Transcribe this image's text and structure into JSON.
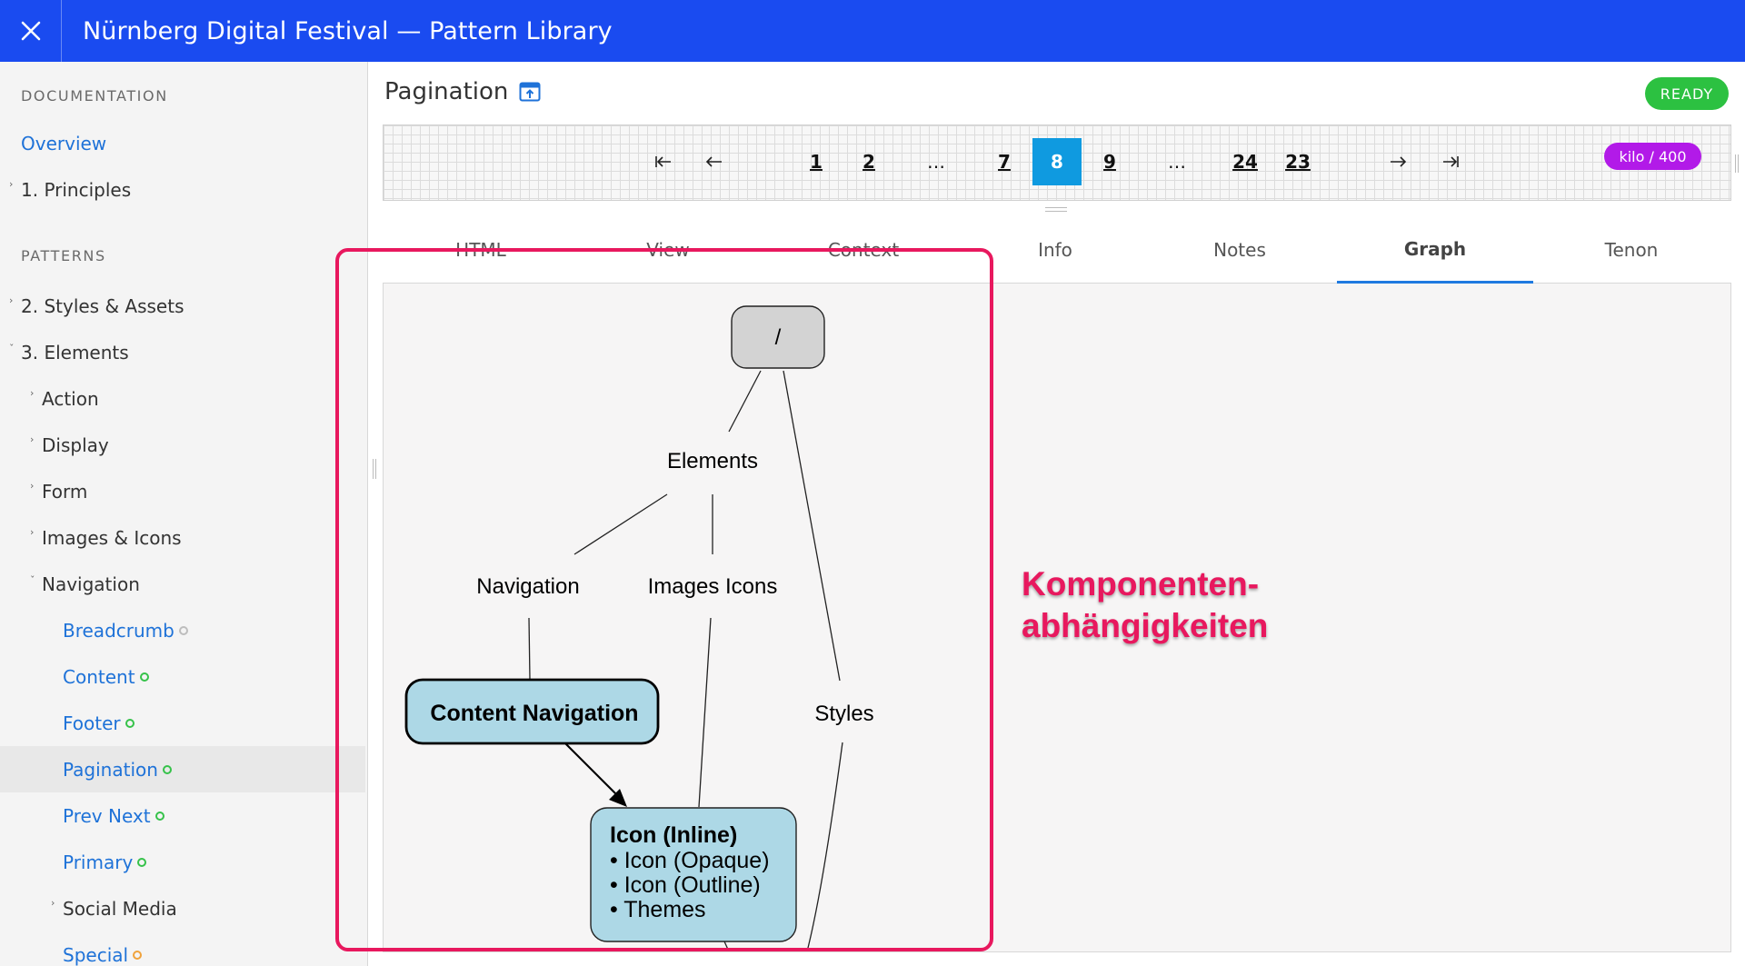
{
  "header": {
    "title": "Nürnberg Digital Festival — Pattern Library",
    "close_icon": "close-icon"
  },
  "sidebar": {
    "documentation_heading": "DOCUMENTATION",
    "overview": "Overview",
    "principles": "1. Principles",
    "patterns_heading": "PATTERNS",
    "styles_assets": "2. Styles & Assets",
    "elements": "3. Elements",
    "action": "Action",
    "display": "Display",
    "form": "Form",
    "images_icons": "Images & Icons",
    "navigation": "Navigation",
    "breadcrumb": "Breadcrumb",
    "content": "Content",
    "footer": "Footer",
    "pagination": "Pagination",
    "prev_next": "Prev Next",
    "primary": "Primary",
    "social_media": "Social Media",
    "special": "Special"
  },
  "main": {
    "title": "Pagination",
    "status": "READY",
    "size": "kilo / 400"
  },
  "pagination": {
    "first_icon": "first-page-arrow-icon",
    "prev_icon": "prev-arrow-icon",
    "p1": "1",
    "p2": "2",
    "ellipsis1": "…",
    "p7": "7",
    "current": "8",
    "p9": "9",
    "ellipsis2": "…",
    "p24": "24",
    "p23": "23",
    "next_icon": "next-arrow-icon",
    "last_icon": "last-page-arrow-icon"
  },
  "tabs": {
    "html": "HTML",
    "view": "View",
    "context": "Context",
    "info": "Info",
    "notes": "Notes",
    "graph": "Graph",
    "tenon": "Tenon"
  },
  "graph": {
    "root": "/",
    "elements": "Elements",
    "navigation": "Navigation",
    "images_icons": "Images Icons",
    "styles": "Styles",
    "content_navigation": "Content Navigation",
    "icon_inline": "Icon (Inline)",
    "icon_opaque": "• Icon (Opaque)",
    "icon_outline": "• Icon (Outline)",
    "themes": "• Themes"
  },
  "annotation": {
    "line1": "Komponenten-",
    "line2": "abhängigkeiten"
  },
  "colors": {
    "header_bg": "#1a4bf0",
    "link": "#1e72d8",
    "ready": "#2cc141",
    "size_badge": "#b21ae8",
    "current_page": "#0f9ae0",
    "annotation": "#e8185e",
    "graph_node": "#add8e6"
  }
}
